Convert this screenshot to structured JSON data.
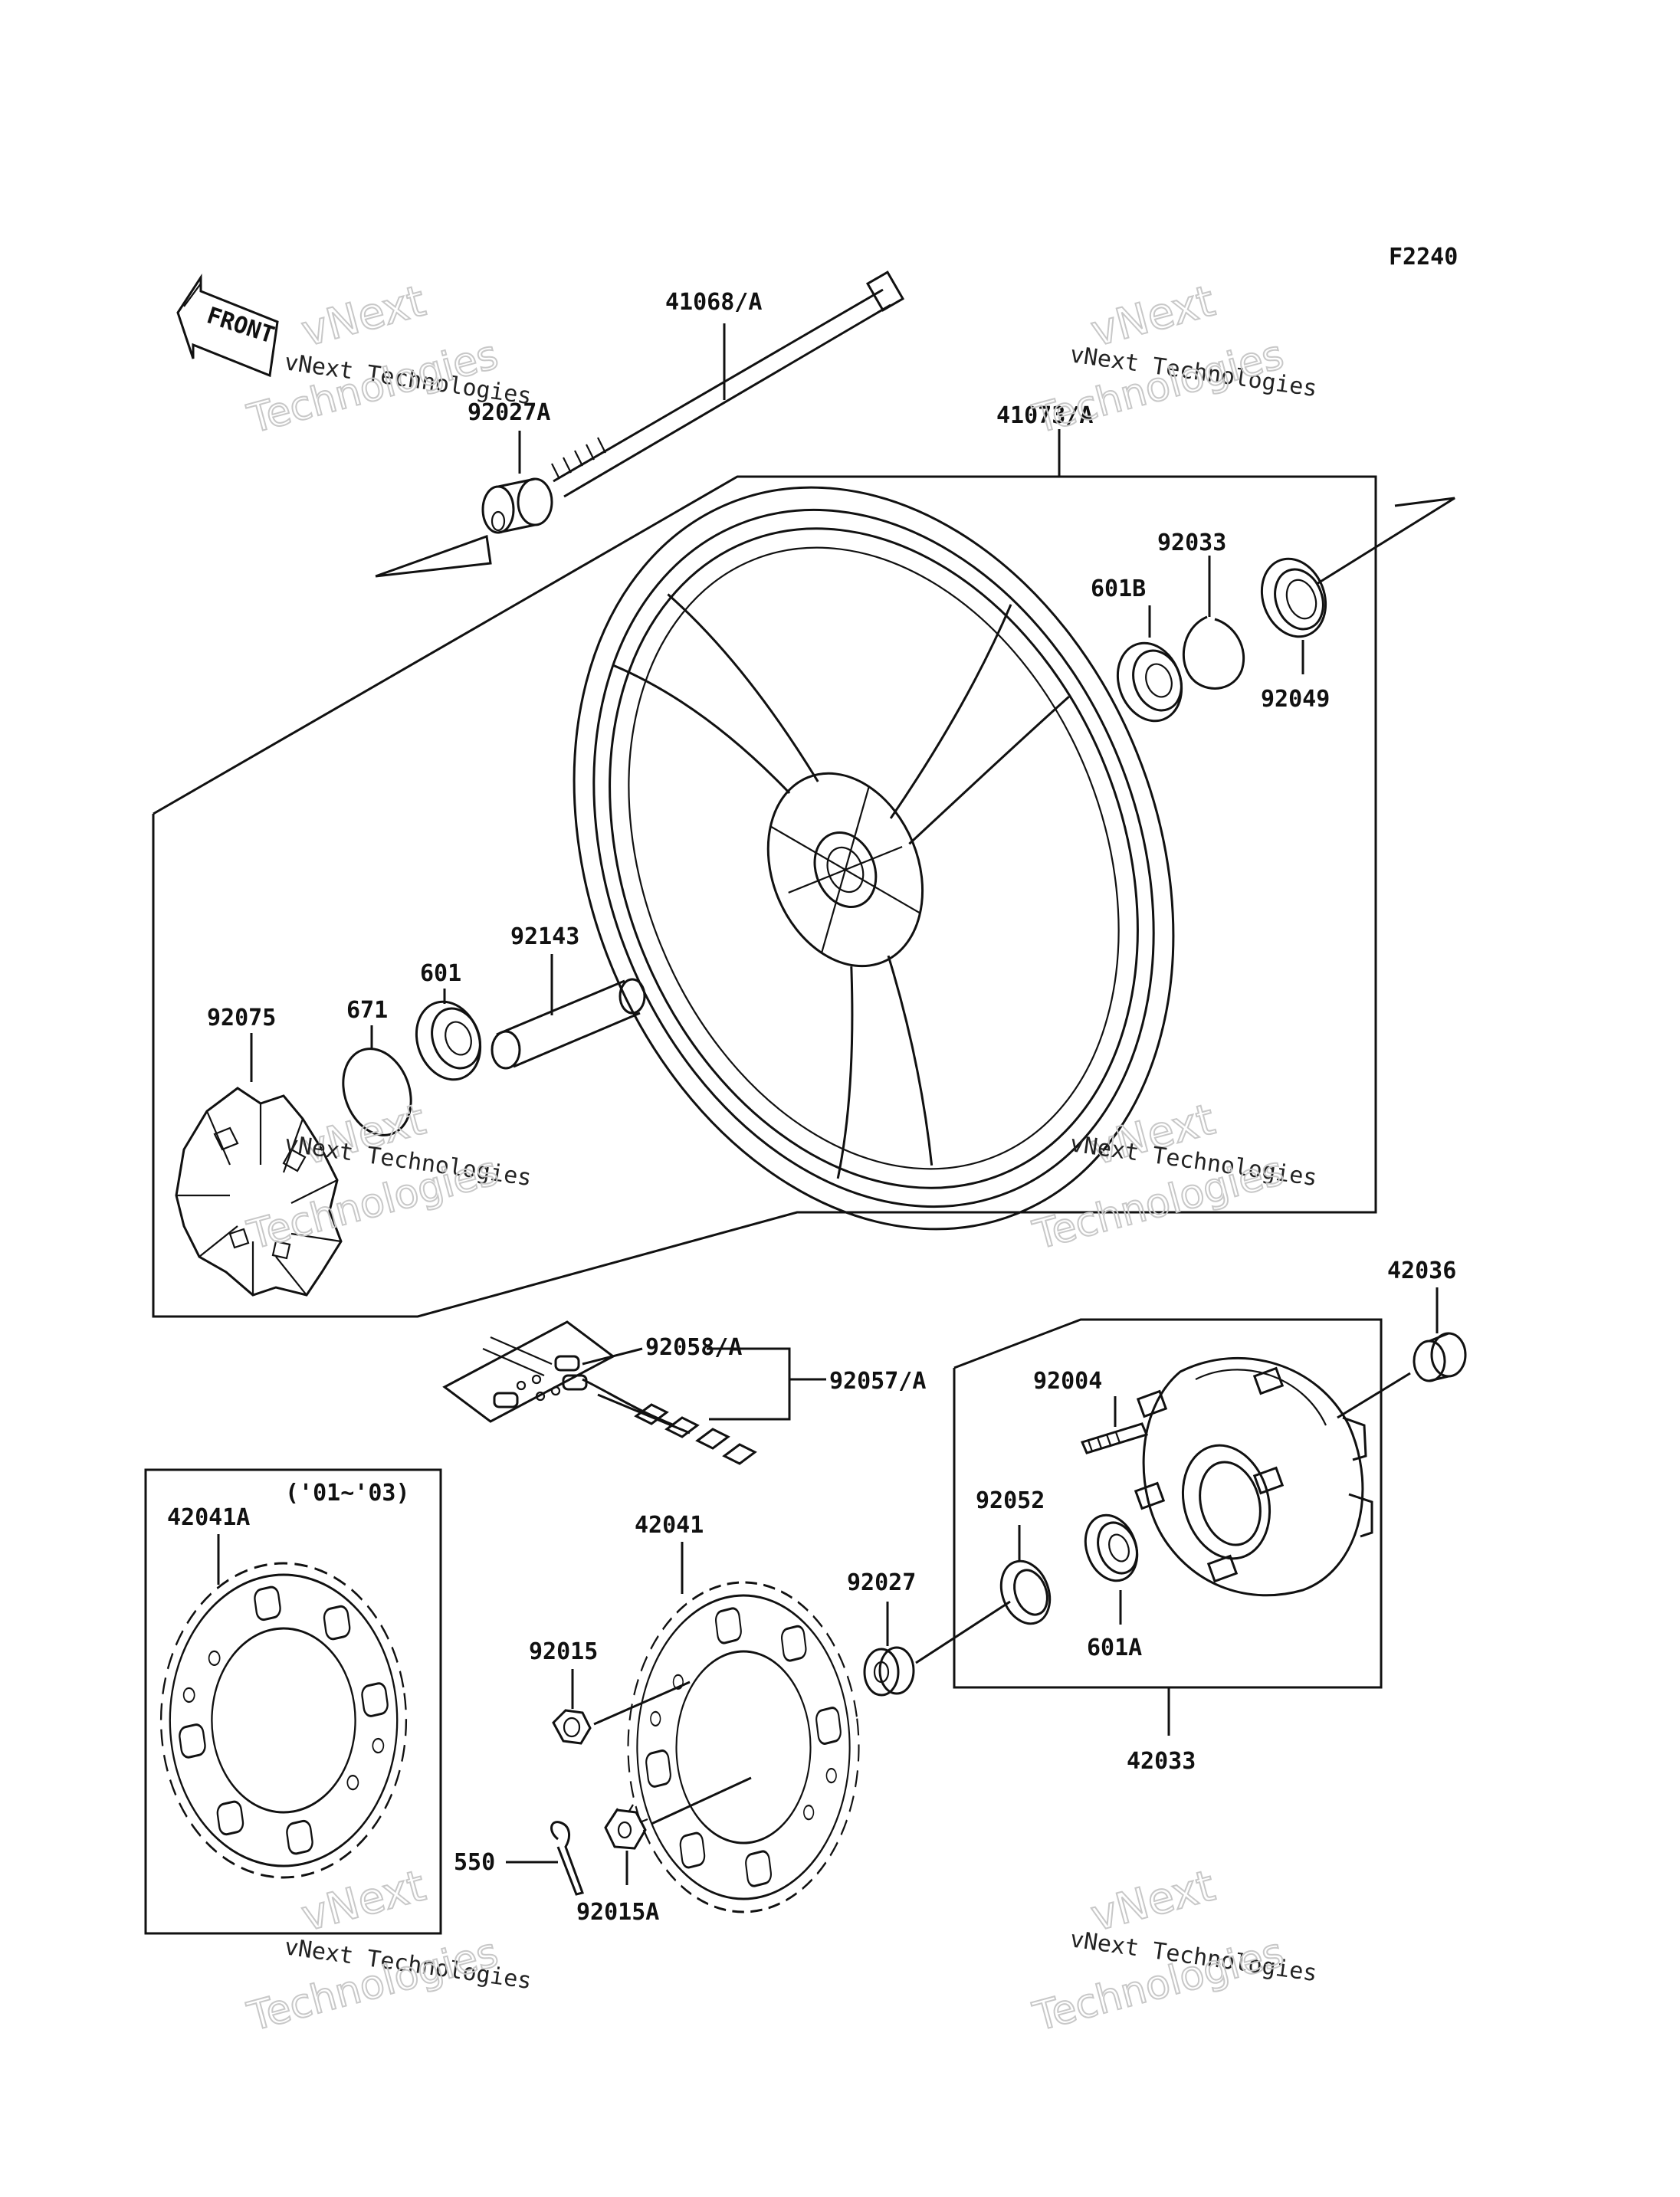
{
  "figure_code": "F2240",
  "front_arrow_text": "FRONT",
  "year_note": "('01~'03)",
  "watermark": {
    "line1": "vNext Technologies",
    "line2": "vNext",
    "line3": "Technologies"
  },
  "parts": [
    {
      "id": "p41068",
      "number": "41068/A"
    },
    {
      "id": "p92027A",
      "number": "92027A"
    },
    {
      "id": "p41073",
      "number": "41073/A"
    },
    {
      "id": "p92033",
      "number": "92033"
    },
    {
      "id": "p601B",
      "number": "601B"
    },
    {
      "id": "p92049",
      "number": "92049"
    },
    {
      "id": "p92143",
      "number": "92143"
    },
    {
      "id": "p601",
      "number": "601"
    },
    {
      "id": "p671",
      "number": "671"
    },
    {
      "id": "p92075",
      "number": "92075"
    },
    {
      "id": "p42036",
      "number": "42036"
    },
    {
      "id": "p92058",
      "number": "92058/A"
    },
    {
      "id": "p92057",
      "number": "92057/A"
    },
    {
      "id": "p92004",
      "number": "92004"
    },
    {
      "id": "p92052",
      "number": "92052"
    },
    {
      "id": "p42041A",
      "number": "42041A"
    },
    {
      "id": "p42041",
      "number": "42041"
    },
    {
      "id": "p92027",
      "number": "92027"
    },
    {
      "id": "p601A",
      "number": "601A"
    },
    {
      "id": "p92015",
      "number": "92015"
    },
    {
      "id": "p42033",
      "number": "42033"
    },
    {
      "id": "p550",
      "number": "550"
    },
    {
      "id": "p92015A",
      "number": "92015A"
    }
  ]
}
